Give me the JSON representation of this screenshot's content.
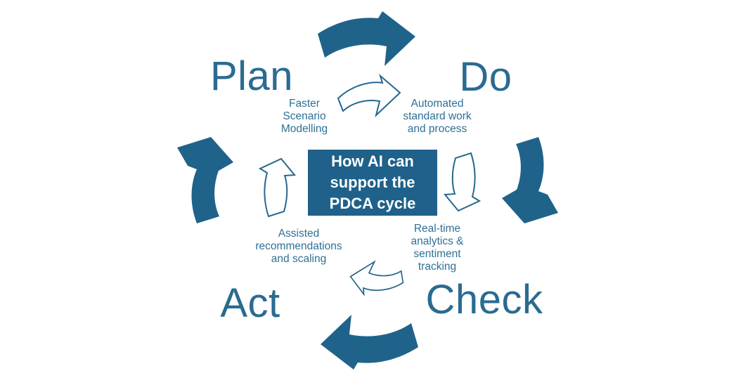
{
  "title": "How AI can support the PDCA cycle",
  "diagram_type": "PDCA cycle",
  "colors": {
    "background": "#FFFFFF",
    "arrow_solid": "#20638A",
    "arrow_outline_stroke": "#26688E",
    "heading_text": "#2A6B91",
    "note_text": "#2E7095",
    "center_box_bg": "#1F618A",
    "center_box_text": "#FFFFFF"
  },
  "center_box": {
    "text": "How AI can support the PDCA cycle",
    "lines": [
      "How AI can",
      "support the",
      "PDCA cycle"
    ]
  },
  "stages": {
    "plan": {
      "label": "Plan",
      "note": "Faster Scenario Modelling",
      "note_lines": [
        "Faster",
        "Scenario",
        "Modelling"
      ]
    },
    "do": {
      "label": "Do",
      "note": "Automated standard work and process",
      "note_lines": [
        "Automated",
        "standard work",
        "and process"
      ]
    },
    "check": {
      "label": "Check",
      "note": "Real-time analytics & sentiment tracking",
      "note_lines": [
        "Real-time",
        "analytics &",
        "sentiment",
        "tracking"
      ]
    },
    "act": {
      "label": "Act",
      "note": "Assisted recommendations and scaling",
      "note_lines": [
        "Assisted",
        "recommendations",
        "and scaling"
      ]
    }
  },
  "arrows": {
    "outer": [
      {
        "icon": "curved-arrow-right-icon",
        "from": "Plan",
        "to": "Do",
        "style": "solid",
        "position": "top"
      },
      {
        "icon": "curved-arrow-down-icon",
        "from": "Do",
        "to": "Check",
        "style": "solid",
        "position": "right"
      },
      {
        "icon": "curved-arrow-left-icon",
        "from": "Check",
        "to": "Act",
        "style": "solid",
        "position": "bottom"
      },
      {
        "icon": "curved-arrow-up-icon",
        "from": "Act",
        "to": "Plan",
        "style": "solid",
        "position": "left"
      }
    ],
    "inner": [
      {
        "icon": "outline-arrow-right-icon",
        "from": "Plan",
        "to": "Do",
        "style": "outline",
        "position": "top-center"
      },
      {
        "icon": "outline-arrow-down-icon",
        "from": "Do",
        "to": "Check",
        "style": "outline",
        "position": "right-center"
      },
      {
        "icon": "outline-arrow-left-icon",
        "from": "Check",
        "to": "Act",
        "style": "outline",
        "position": "bottom-center"
      },
      {
        "icon": "outline-arrow-up-icon",
        "from": "Act",
        "to": "Plan",
        "style": "outline",
        "position": "left-center"
      }
    ]
  }
}
